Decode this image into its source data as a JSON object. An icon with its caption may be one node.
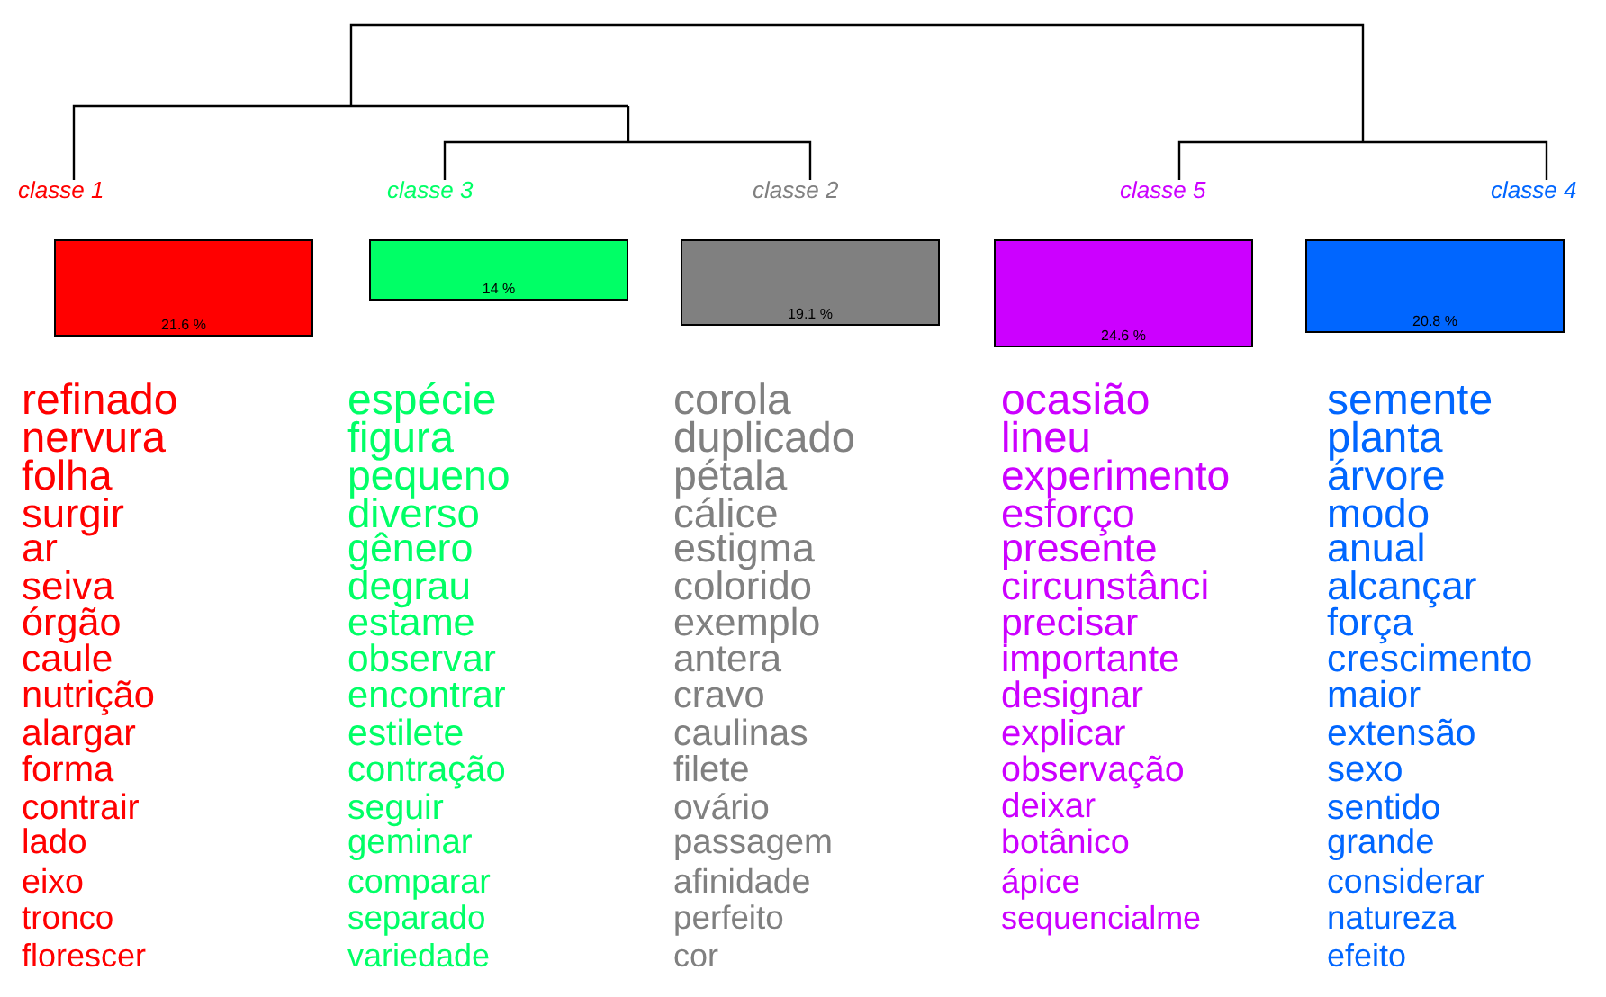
{
  "diagram": {
    "nodes": [
      {
        "text": [
          "classe  1",
          "21.6 %"
        ],
        "beside": [
          "refinado",
          "nervura",
          "folha",
          "surgir",
          "ar",
          "seiva",
          "órgão",
          "caule",
          "nutrição",
          "alargar",
          "forma",
          "contrair",
          "lado",
          "eixo",
          "tronco",
          "florescer"
        ]
      },
      {
        "text": [
          "classe  3",
          "14 %"
        ],
        "beside": [
          "espécie",
          "figura",
          "pequeno",
          "diverso",
          "gênero",
          "degrau",
          "estame",
          "observar",
          "encontrar",
          "estilete",
          "contração",
          "seguir",
          "geminar",
          "comparar",
          "separado",
          "variedade"
        ]
      },
      {
        "text": [
          "classe  2",
          "19.1 %"
        ],
        "beside": [
          "corola",
          "duplicado",
          "pétala",
          "cálice",
          "estigma",
          "colorido",
          "exemplo",
          "antera",
          "cravo",
          "caulinas",
          "filete",
          "ovário",
          "passagem",
          "afinidade",
          "perfeito",
          "cor"
        ]
      },
      {
        "text": [
          "classe  5",
          "24.6 %"
        ],
        "beside": [
          "ocasião",
          "lineu",
          "experimento",
          "esforço",
          "presente",
          "circunstânci",
          "precisar",
          "importante",
          "designar",
          "explicar",
          "observação",
          "deixar",
          "botânico",
          "ápice",
          "sequencialme"
        ]
      },
      {
        "text": [
          "classe  4",
          "20.8 %"
        ],
        "beside": [
          "semente",
          "planta",
          "árvore",
          "modo",
          "anual",
          "alcançar",
          "força",
          "crescimento",
          "maior",
          "extensão",
          "sexo",
          "sentido",
          "grande",
          "considerar",
          "natureza",
          "efeito"
        ]
      }
    ]
  }
}
